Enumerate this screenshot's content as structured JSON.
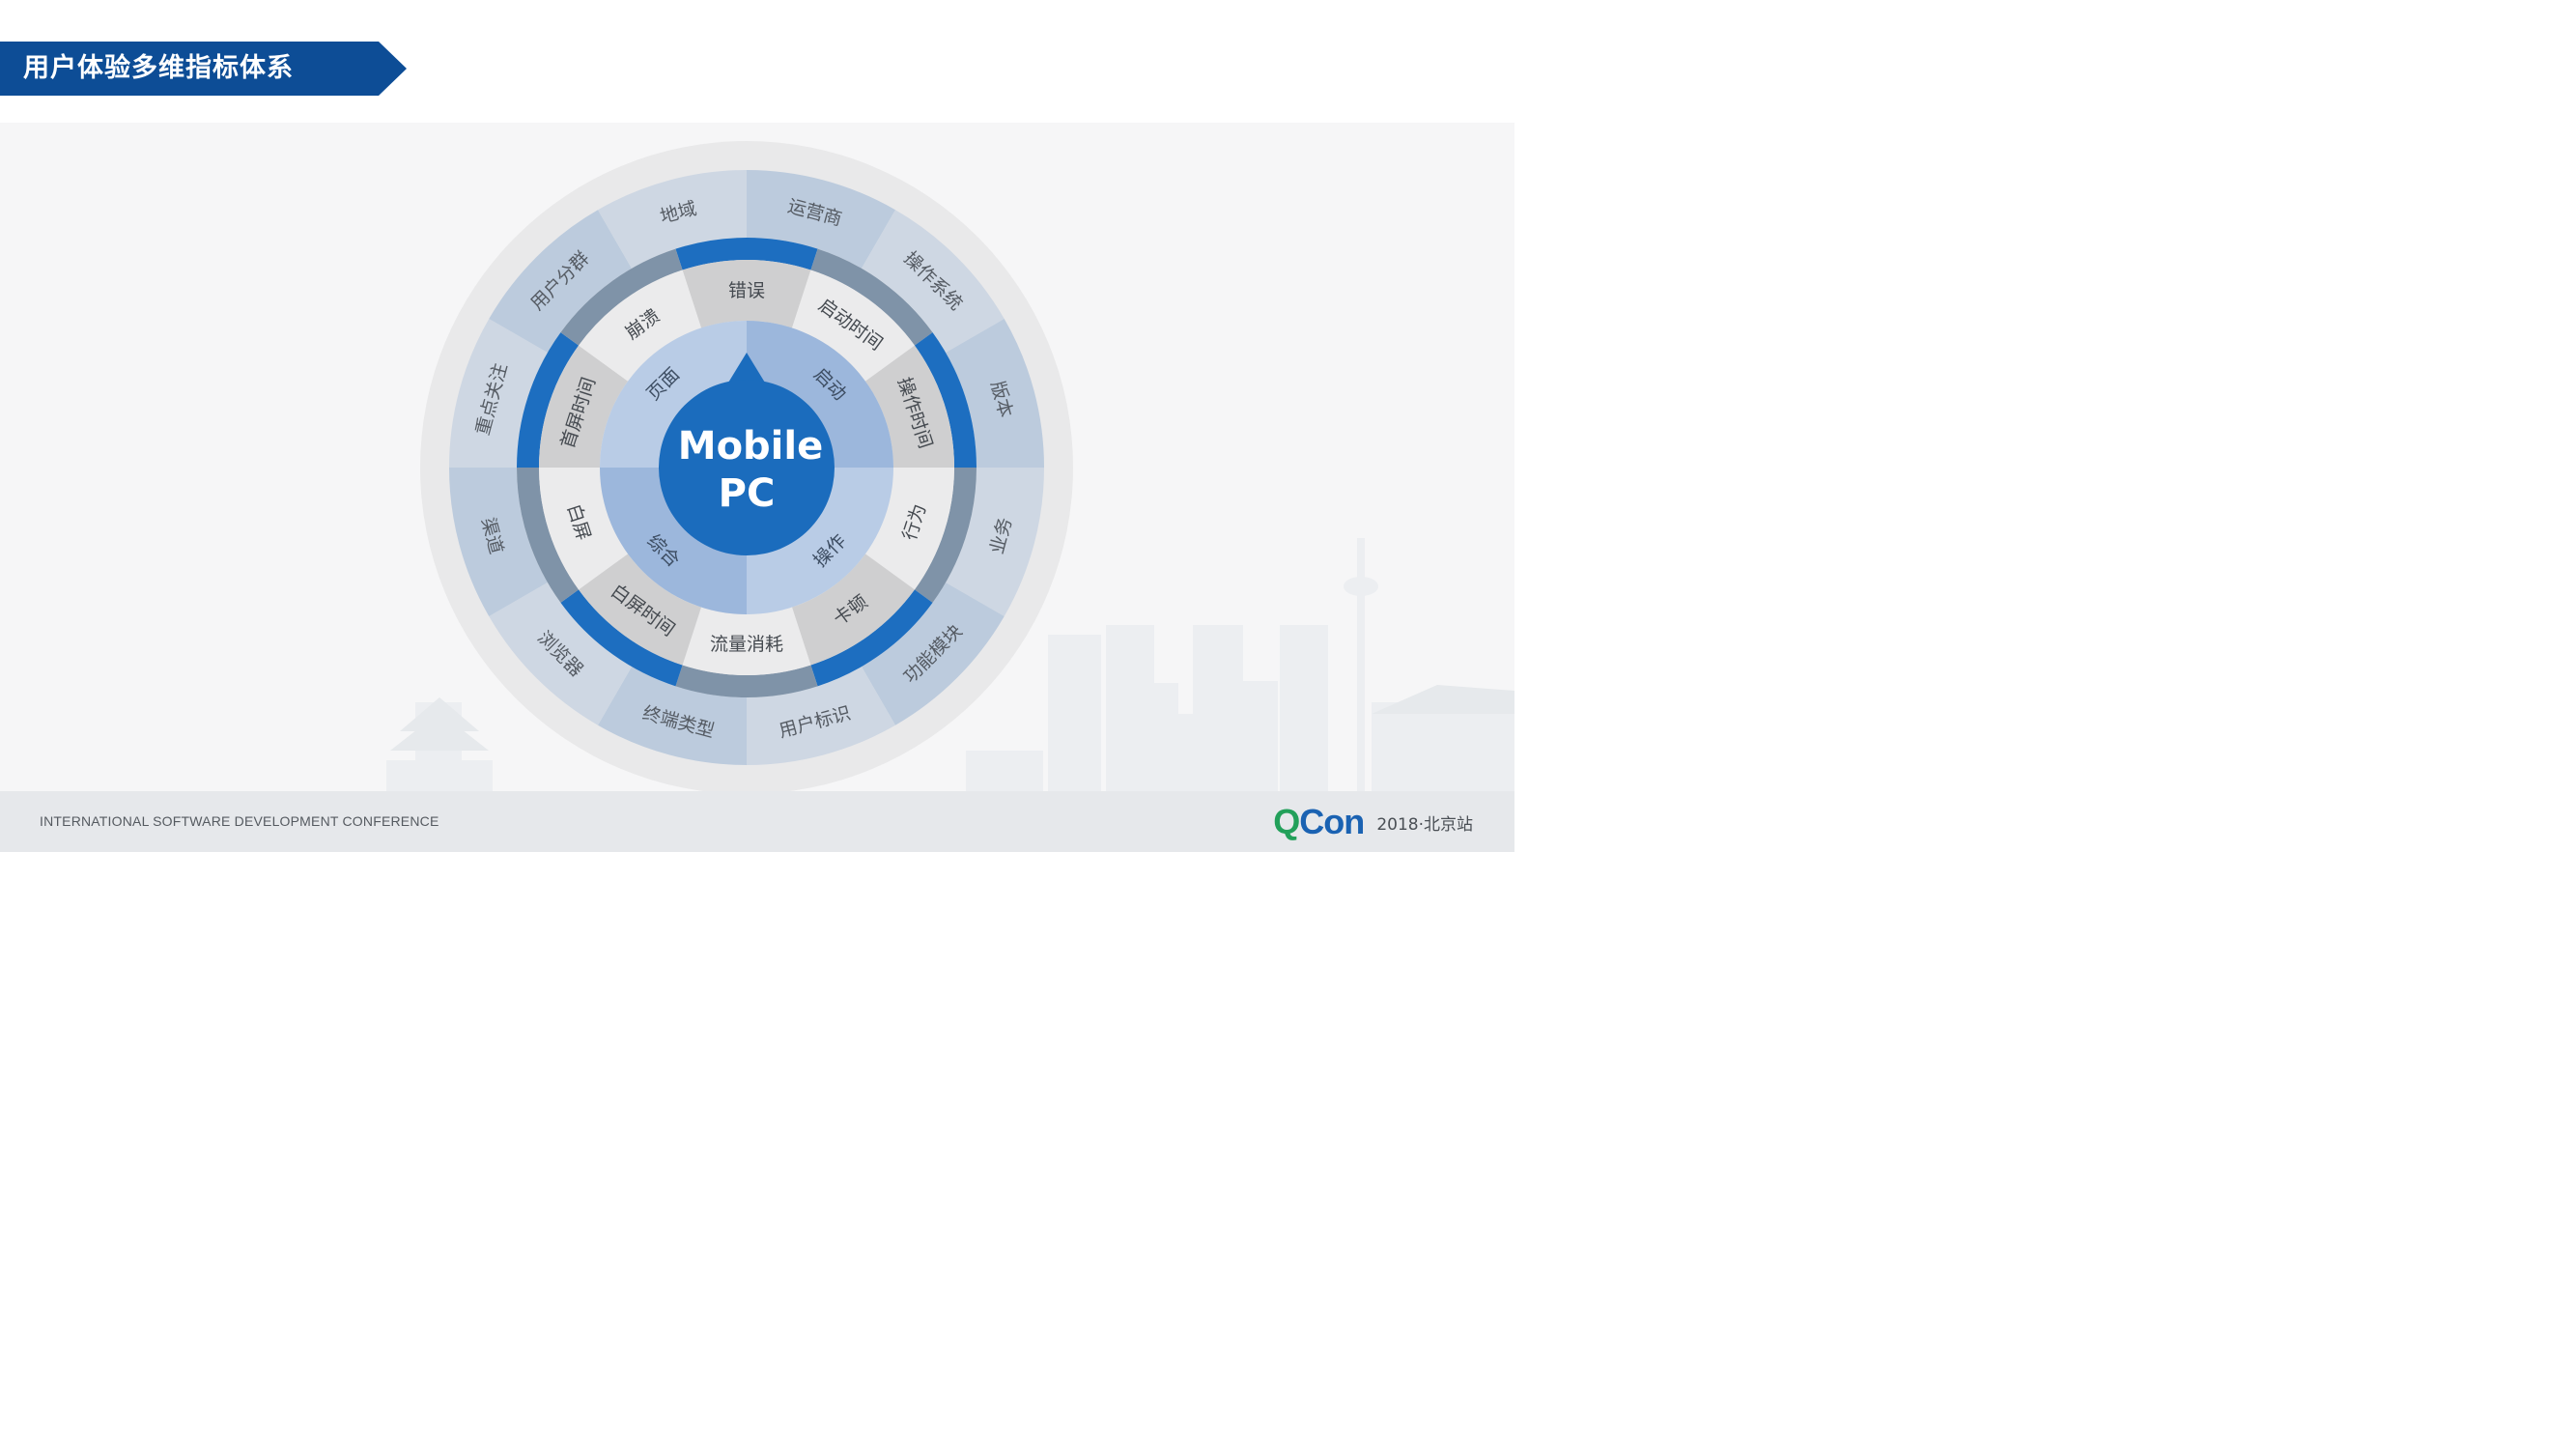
{
  "header": {
    "title": "用户体验多维指标体系"
  },
  "diagram": {
    "center": {
      "line1": "Mobile",
      "line2": "PC"
    },
    "inner_ring": [
      "启动",
      "操作",
      "综合",
      "页面"
    ],
    "middle_ring": [
      "错误",
      "启动时间",
      "操作时间",
      "行为",
      "卡顿",
      "流量消耗",
      "白屏时间",
      "白屏",
      "首屏时间",
      "崩溃"
    ],
    "outer_ring": [
      "运营商",
      "操作系统",
      "版本",
      "业务",
      "功能模块",
      "用户标识",
      "终端类型",
      "浏览器",
      "渠道",
      "重点关注",
      "用户分群",
      "地域"
    ],
    "colors": {
      "banner": "#0d4d96",
      "center": "#1b6cbd",
      "accent_blue": "#1d6ec0",
      "accent_slate": "#7f93a8"
    }
  },
  "footer": {
    "conference": "INTERNATIONAL SOFTWARE DEVELOPMENT CONFERENCE",
    "brand_q": "Q",
    "brand_con": "Con",
    "event": "2018·北京站"
  }
}
